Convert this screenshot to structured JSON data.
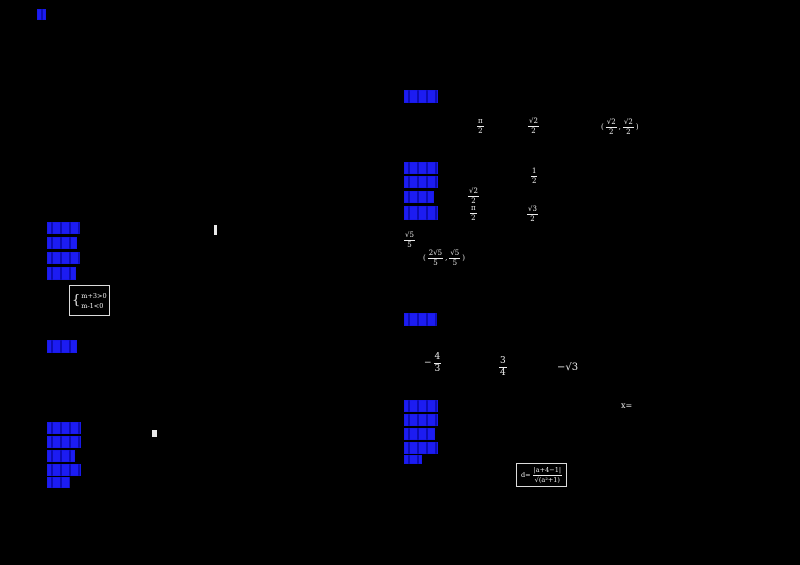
{
  "page": {
    "bg": "#000000",
    "highlight_color": "#1b1bee"
  },
  "left": {
    "system": {
      "brace": "{",
      "line1": "m+3>0",
      "line2": "m-1<0"
    }
  },
  "right": {
    "f_pi2": {
      "num": "π",
      "den": "2"
    },
    "f_s22": {
      "num": "√2",
      "den": "2"
    },
    "pair1": {
      "open": "(",
      "a_num": "√2",
      "a_den": "2",
      "comma": ",",
      "b_num": "√2",
      "b_den": "2",
      "close": ")"
    },
    "f_mid_a": {
      "num": "√2",
      "den": "2"
    },
    "f_mid_b": {
      "num": "π",
      "den": "2"
    },
    "f_tall": {
      "num": "1",
      "den": "2"
    },
    "f_s32": {
      "num": "√3",
      "den": "2"
    },
    "f_s55": {
      "num": "√5",
      "den": "5"
    },
    "pair2": {
      "open": "(",
      "a_num": "2√5",
      "a_den": "5",
      "comma": ",",
      "b_num": "√5",
      "b_den": "5",
      "close": ")"
    },
    "f_neg43": {
      "sign": "−",
      "num": "4",
      "den": "3"
    },
    "f_34": {
      "num": "3",
      "den": "4"
    },
    "neg_sqrt3": "−√3",
    "x_eq": "x=",
    "dist": {
      "lead": "d=",
      "num": "|a+4−1|",
      "den": "√(a²+1)"
    }
  }
}
